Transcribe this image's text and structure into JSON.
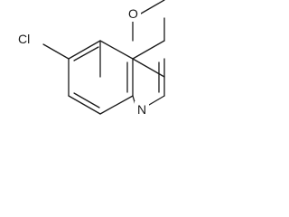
{
  "molecule": {
    "atoms": {
      "cl": "Cl",
      "o": "O",
      "n": "N"
    },
    "bond_color": "#1a1a1a",
    "background": "#ffffff"
  }
}
